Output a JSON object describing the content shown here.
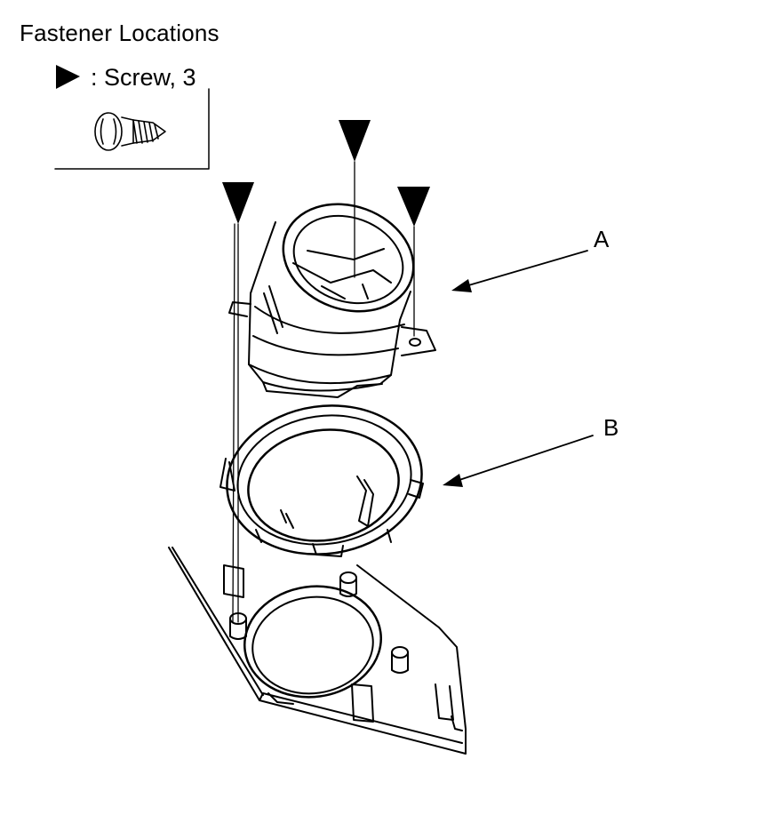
{
  "header": {
    "title": "Fastener Locations"
  },
  "legend": {
    "symbol_icon": "screw-marker-triangle",
    "label": ": Screw, 3",
    "item_icon": "screw-icon"
  },
  "callouts": {
    "a": "A",
    "b": "B"
  },
  "colors": {
    "line": "#000000",
    "background": "#ffffff"
  }
}
